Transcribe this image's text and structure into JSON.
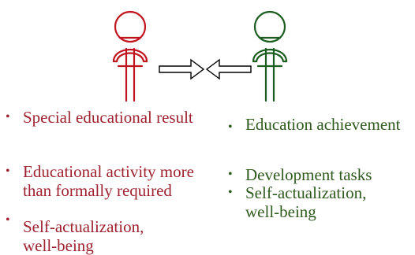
{
  "colors": {
    "left_person": "#c0141e",
    "right_person": "#1b5e20",
    "left_text": "#9e2230",
    "right_text": "#2f5a1e",
    "arrows": "#000000"
  },
  "left_list": [
    "Special educational result",
    "Educational activity more than formally required",
    "Self-actualization, well-being"
  ],
  "right_list": [
    "Education achievement",
    "Development tasks",
    "Self-actualization, well-being"
  ],
  "figures": {
    "left": "person-icon",
    "right": "person-icon",
    "arrows": [
      "arrow-right-icon",
      "arrow-left-icon"
    ]
  }
}
